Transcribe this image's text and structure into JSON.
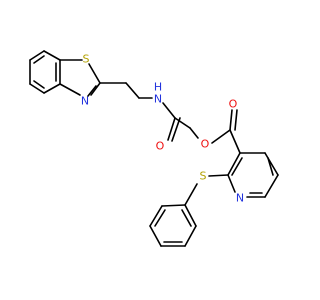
{
  "molecule": {
    "atom_labels": {
      "sulfur_thiazole": "S",
      "nitrogen_thiazole": "N",
      "nitrogen_amide": "N",
      "hydrogen_amide": "H",
      "oxygen_amide": "O",
      "oxygen_ester_single": "O",
      "oxygen_ester_carbonyl": "O",
      "sulfur_thioether": "S",
      "nitrogen_pyridine": "N"
    },
    "colors": {
      "bond": "#000000",
      "sulfur": "#b3a100",
      "nitrogen": "#2233dd",
      "oxygen": "#ee1111"
    }
  }
}
